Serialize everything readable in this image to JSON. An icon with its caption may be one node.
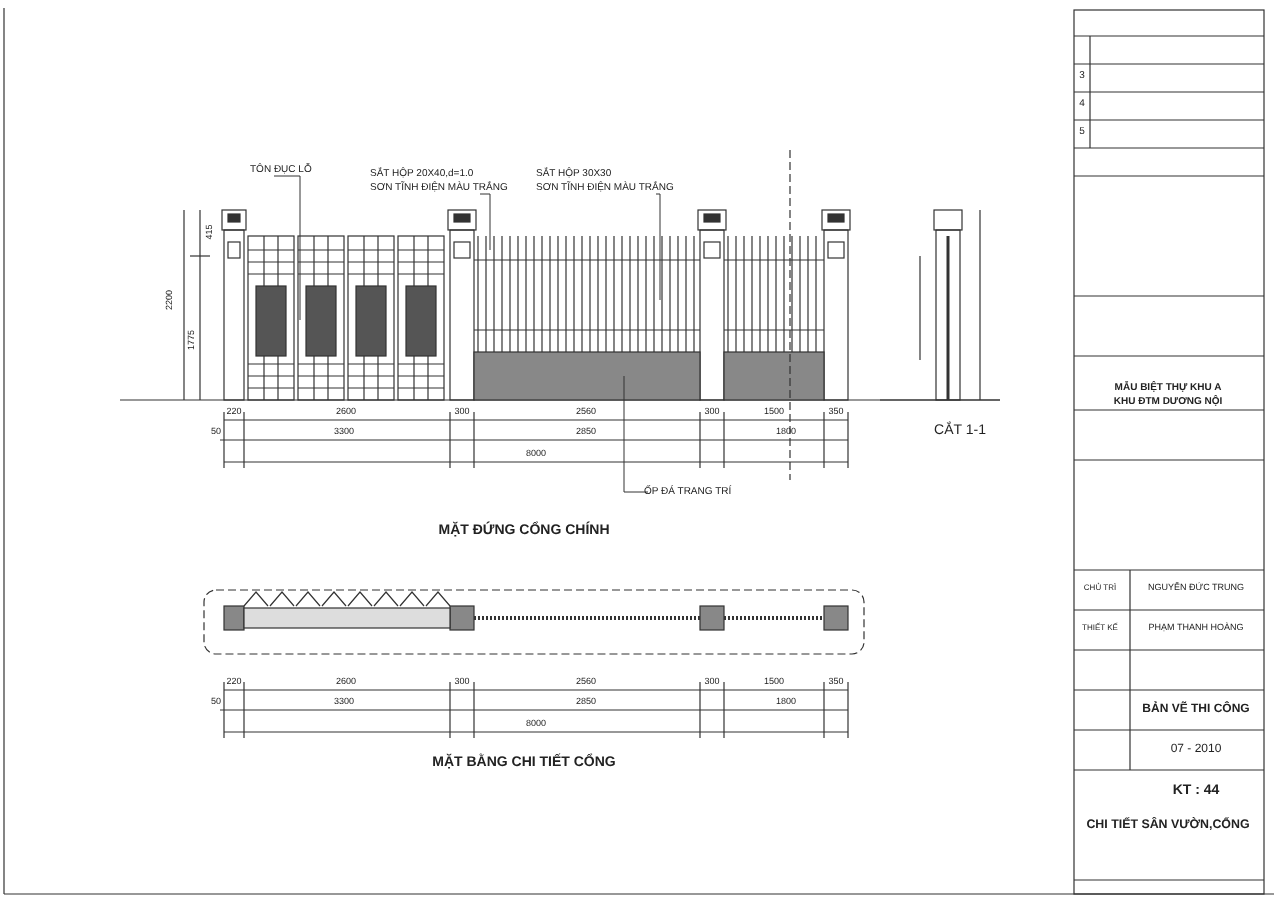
{
  "diagram": {
    "nodes": [
      {
        "text": [
          "TÔN ĐỤC LỖ"
        ]
      },
      {
        "text": [
          "SẮT HỘP 20X40,d=1.0",
          "SƠN TĨNH ĐIỆN MÀU TRẮNG"
        ]
      },
      {
        "text": [
          "SẮT HỘP 30X30",
          "SƠN TĨNH ĐIỆN MÀU TRẮNG"
        ]
      },
      {
        "text": [
          "ỐP ĐÁ TRANG TRÍ"
        ]
      }
    ],
    "edges": [
      {
        "from": 0,
        "to": null,
        "arrow": "none"
      },
      {
        "from": 1,
        "to": null,
        "arrow": "none"
      },
      {
        "from": 2,
        "to": null,
        "arrow": "none"
      },
      {
        "from": 3,
        "to": null,
        "arrow": "none"
      }
    ],
    "labels": [
      "220",
      "2600",
      "300",
      "2560",
      "300",
      "1500",
      "350",
      "50",
      "3300",
      "2850",
      "1800",
      "8000",
      "2200",
      "1775",
      "415",
      "MẶT ĐỨNG CỔNG CHÍNH",
      "CẮT 1-1",
      "220",
      "2600",
      "300",
      "2560",
      "300",
      "1500",
      "350",
      "50",
      "3300",
      "2850",
      "1800",
      "8000",
      "MẶT BẰNG CHI TIẾT CỔNG",
      "3",
      "4",
      "5",
      "MẪU BIỆT THỰ KHU A",
      "KHU ĐTM DƯƠNG NỘI",
      "CHỦ TRÌ",
      "NGUYỄN ĐỨC TRUNG",
      "THIẾT KẾ",
      "PHẠM THANH HOÀNG",
      "CHI TIẾT SÂN VƯỜN,CỔNG",
      "BẢN VẼ THI CÔNG",
      "07 - 2010",
      "KT : 44"
    ]
  }
}
